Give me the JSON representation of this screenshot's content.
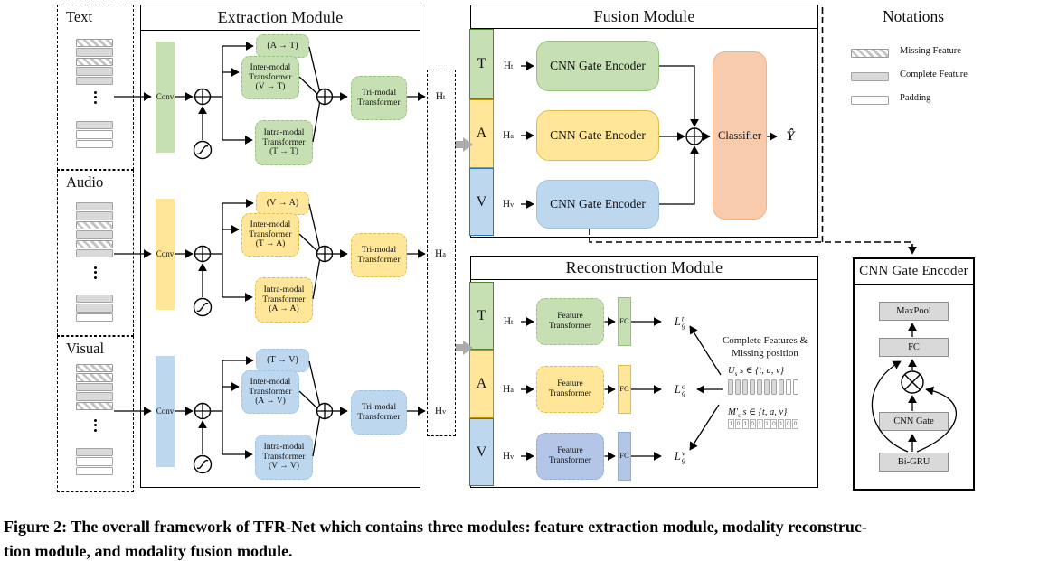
{
  "caption": {
    "line1": "Figure 2: The overall framework of TFR-Net which contains three modules: feature extraction module, modality reconstruc-",
    "line2": "tion module, and modality fusion module."
  },
  "inputs": [
    {
      "label": "Text",
      "top_bars": [
        "missing",
        "complete",
        "missing",
        "complete",
        "complete"
      ],
      "bottom_bars": [
        "complete",
        "padding",
        "padding"
      ]
    },
    {
      "label": "Audio",
      "top_bars": [
        "complete",
        "complete",
        "missing",
        "complete",
        "missing",
        "complete"
      ],
      "bottom_bars": [
        "complete",
        "complete",
        "padding"
      ]
    },
    {
      "label": "Visual",
      "top_bars": [
        "missing",
        "missing",
        "complete",
        "complete",
        "missing"
      ],
      "bottom_bars": [
        "complete",
        "padding",
        "padding"
      ]
    }
  ],
  "extraction": {
    "title": "Extraction Module",
    "rows": [
      {
        "conv": "Conv",
        "cross": "(A → T)",
        "inter": [
          "Inter-modal",
          "Transformer",
          "(V → T)"
        ],
        "intra": [
          "Intra-modal",
          "Transformer",
          "(T → T)"
        ],
        "tri": [
          "Tri-modal",
          "Transformer"
        ],
        "h_base": "H",
        "h_sub": "t"
      },
      {
        "conv": "Conv",
        "cross": "(V → A)",
        "inter": [
          "Inter-modal",
          "Transformer",
          "(T → A)"
        ],
        "intra": [
          "Intra-modal",
          "Transformer",
          "(A → A)"
        ],
        "tri": [
          "Tri-modal",
          "Transformer"
        ],
        "h_base": "H",
        "h_sub": "a"
      },
      {
        "conv": "Conv",
        "cross": "(T → V)",
        "inter": [
          "Inter-modal",
          "Transformer",
          "(A → V)"
        ],
        "intra": [
          "Intra-modal",
          "Transformer",
          "(V → V)"
        ],
        "tri": [
          "Tri-modal",
          "Transformer"
        ],
        "h_base": "H",
        "h_sub": "v"
      }
    ]
  },
  "fusion": {
    "title": "Fusion Module",
    "rows": [
      {
        "bar": "T",
        "h_base": "H",
        "h_sub": "t",
        "encoder": "CNN Gate Encoder"
      },
      {
        "bar": "A",
        "h_base": "H",
        "h_sub": "a",
        "encoder": "CNN Gate Encoder"
      },
      {
        "bar": "V",
        "h_base": "H",
        "h_sub": "v",
        "encoder": "CNN Gate Encoder"
      }
    ],
    "classifier": "Classifier",
    "output": "Ŷ"
  },
  "reconstruction": {
    "title": "Reconstruction Module",
    "rows": [
      {
        "bar": "T",
        "h_base": "H",
        "h_sub": "t",
        "ft": [
          "Feature",
          "Transformer"
        ],
        "fc": "FC",
        "loss_base": "L",
        "loss_sub": "g",
        "loss_sup": "t"
      },
      {
        "bar": "A",
        "h_base": "H",
        "h_sub": "a",
        "ft": [
          "Feature",
          "Transformer"
        ],
        "fc": "FC",
        "loss_base": "L",
        "loss_sub": "g",
        "loss_sup": "a"
      },
      {
        "bar": "V",
        "h_base": "H",
        "h_sub": "v",
        "ft": [
          "Feature",
          "Transformer"
        ],
        "fc": "FC",
        "loss_base": "L",
        "loss_sub": "g",
        "loss_sup": "v"
      }
    ],
    "annotation": {
      "line1": "Complete Features &",
      "line2": "Missing position",
      "u_base": "U",
      "u_sub": "s",
      "u_tail": "s ∈ {t, a, v}",
      "m_base": "M′",
      "m_sub": "s",
      "m_tail": "s ∈ {t, a, v}",
      "u_bars": [
        "complete",
        "complete",
        "complete",
        "complete",
        "complete",
        "complete",
        "complete",
        "complete",
        "padding",
        "padding"
      ],
      "m_bits": [
        "1",
        "0",
        "1",
        "0",
        "1",
        "1",
        "0",
        "1",
        "0",
        "0"
      ]
    }
  },
  "cge": {
    "title": "CNN Gate Encoder",
    "maxpool": "MaxPool",
    "fc": "FC",
    "cnn_gate": "CNN Gate",
    "bigru": "Bi-GRU"
  },
  "notations": {
    "title": "Notations",
    "items": [
      {
        "type": "missing",
        "label": "Missing Feature"
      },
      {
        "type": "complete",
        "label": "Complete Feature"
      },
      {
        "type": "padding",
        "label": "Padding"
      }
    ]
  },
  "colors": {
    "green": "#c6e0b4",
    "green_border": "#94c47a",
    "green_dark": "#538135",
    "yellow": "#ffe699",
    "yellow_border": "#e0bd4a",
    "yellow_dark": "#bf9000",
    "blue": "#bdd7ee",
    "blue_border": "#9dc3e6",
    "blue_dark": "#2e75b6",
    "periwinkle": "#b4c6e7",
    "periwinkle_border": "#8ea9db",
    "orange": "#f8cbad",
    "orange_border": "#efb084",
    "gray": "#d9d9d9",
    "gray_border": "#8f8f8f"
  }
}
